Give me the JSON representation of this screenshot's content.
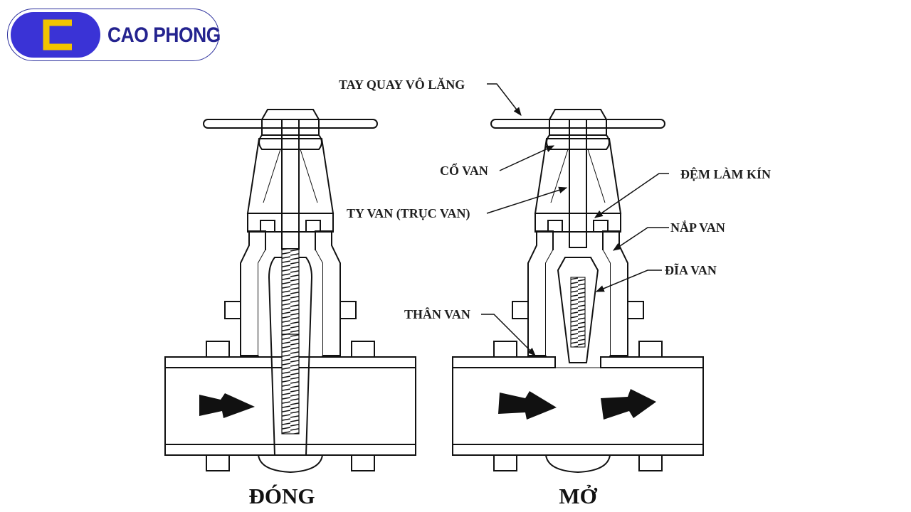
{
  "brand": {
    "name": "CAO PHONG",
    "badge_letter": "C",
    "colors": {
      "badge": "#3a33d6",
      "letter": "#f2c400",
      "text": "#24238f"
    }
  },
  "diagram": {
    "closed_caption": "ĐÓNG",
    "open_caption": "MỞ",
    "labels": {
      "handwheel": "TAY QUAY VÔ LĂNG",
      "valve_neck": "CỔ VAN",
      "stem": "TY VAN (TRỤC VAN)",
      "gasket": "ĐỆM LÀM KÍN",
      "bonnet": "NẮP VAN",
      "disc": "ĐĨA VAN",
      "body": "THÂN VAN"
    },
    "icons": {
      "flow": "flow-arrow-icon"
    }
  }
}
